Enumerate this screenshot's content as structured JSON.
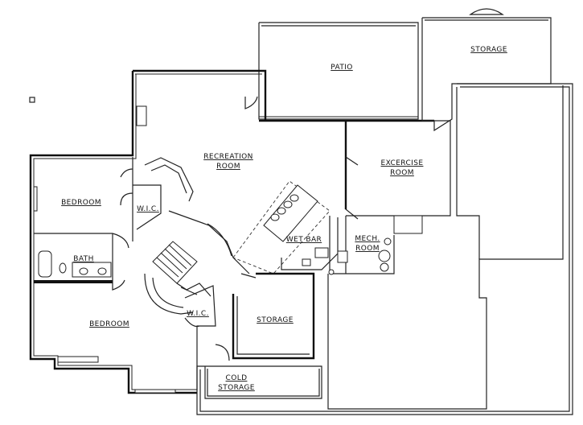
{
  "labels": {
    "patio": "PATIO",
    "storage_top": "STORAGE",
    "recreation_1": "RECREATION",
    "recreation_2": "ROOM",
    "exercise_1": "EXCERCISE",
    "exercise_2": "ROOM",
    "bedroom_top": "BEDROOM",
    "wic_top": "W.I.C.",
    "wet_bar": "WET BAR",
    "mech_1": "MECH.",
    "mech_2": "ROOM",
    "bath": "BATH",
    "storage_mid": "STORAGE",
    "bedroom_bottom": "BEDROOM",
    "wic_bottom": "W.I.C.",
    "cold_1": "COLD",
    "cold_2": "STORAGE"
  }
}
